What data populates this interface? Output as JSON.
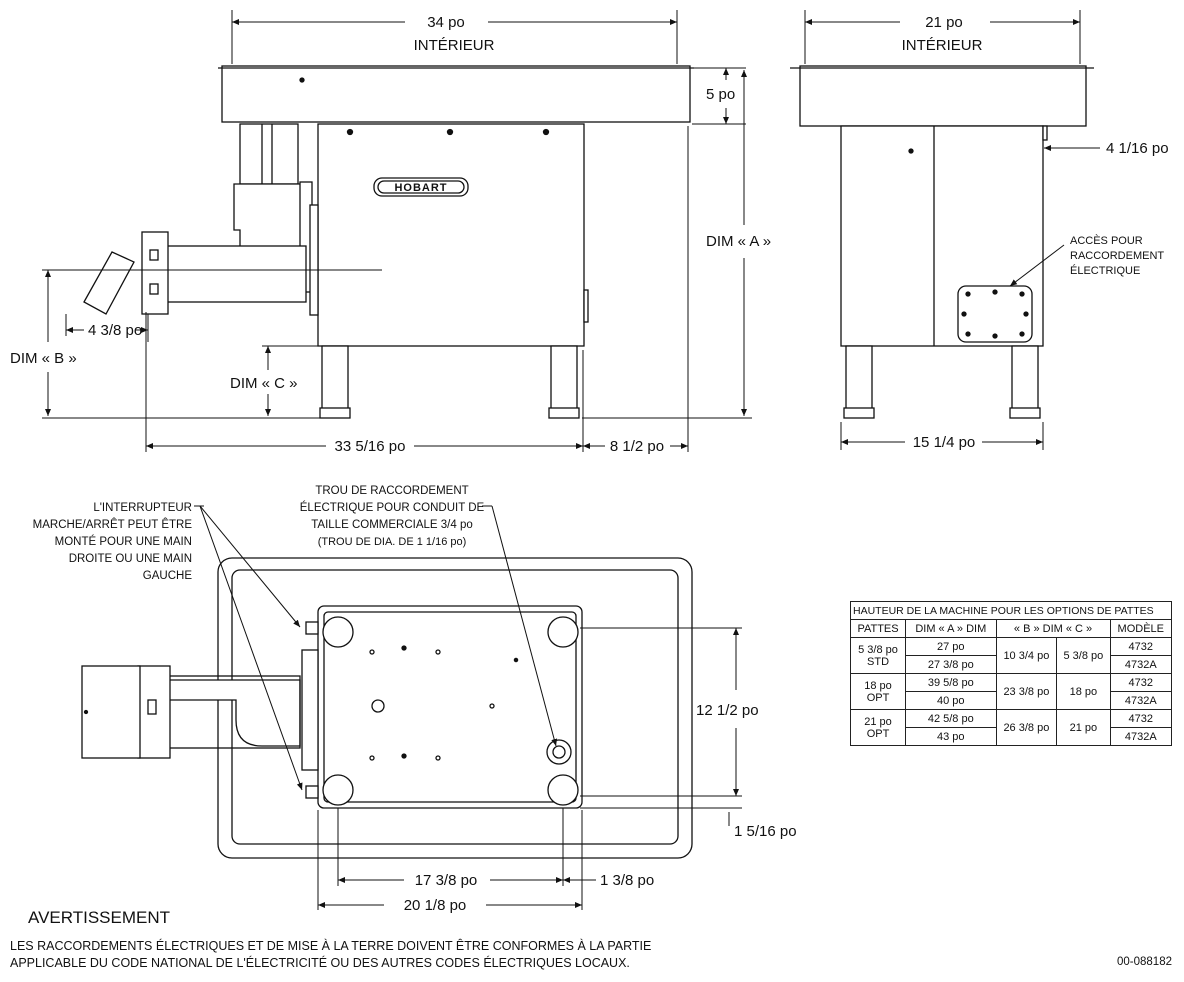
{
  "front_view": {
    "width_top": "34 po",
    "width_top_label": "INTÉRIEUR",
    "pan_depth": "5 po",
    "dim_a": "DIM « A »",
    "dim_b": "DIM « B »",
    "dim_c": "DIM « C »",
    "offset_head": "4 3/8 po",
    "base_length": "33 5/16 po",
    "base_rear": "8 1/2 po",
    "brand": "HOBART"
  },
  "side_view": {
    "width_top": "21 po",
    "width_top_label": "INTÉRIEUR",
    "rear_offset": "4 1/16 po",
    "access_line1": "ACCÈS POUR",
    "access_line2": "RACCORDEMENT",
    "access_line3": "ÉLECTRIQUE",
    "base_width": "15 1/4 po"
  },
  "top_view": {
    "switch_note": [
      "L'INTERRUPTEUR",
      "MARCHE/ARRÊT PEUT ÊTRE",
      "MONTÉ POUR UNE MAIN",
      "DROITE OU UNE MAIN",
      "GAUCHE"
    ],
    "conduit_note": [
      "TROU DE RACCORDEMENT",
      "ÉLECTRIQUE POUR CONDUIT DE",
      "TAILLE COMMERCIALE 3/4 po",
      "(TROU DE DIA. DE 1 1/16 po)"
    ],
    "depth_feet": "12 1/2 po",
    "front_offset": "1 5/16 po",
    "feet_span": "17 3/8 po",
    "feet_offset": "1 3/8 po",
    "base_width": "20 1/8 po"
  },
  "table": {
    "title": "HAUTEUR DE LA MACHINE POUR LES OPTIONS DE PATTES",
    "headers": [
      "PATTES",
      "DIM « A » DIM",
      "« B » DIM « C »",
      "",
      "MODÈLE"
    ],
    "groups": [
      {
        "legs": [
          "5 3/8 po",
          "STD"
        ],
        "dim_a": [
          "27 po",
          "27 3/8 po"
        ],
        "dim_b": "10 3/4 po",
        "dim_c": "5 3/8 po",
        "models": [
          "4732",
          "4732A"
        ]
      },
      {
        "legs": [
          "18 po",
          "OPT"
        ],
        "dim_a": [
          "39 5/8 po",
          "40 po"
        ],
        "dim_b": "23 3/8 po",
        "dim_c": "18 po",
        "models": [
          "4732",
          "4732A"
        ]
      },
      {
        "legs": [
          "21 po",
          "OPT"
        ],
        "dim_a": [
          "42 5/8 po",
          "43 po"
        ],
        "dim_b": "26 3/8 po",
        "dim_c": "21 po",
        "models": [
          "4732",
          "4732A"
        ]
      }
    ]
  },
  "warning": {
    "title": "AVERTISSEMENT",
    "line1": "LES RACCORDEMENTS ÉLECTRIQUES ET DE MISE À LA TERRE DOIVENT ÊTRE CONFORMES À LA PARTIE",
    "line2": "APPLICABLE DU CODE NATIONAL DE L'ÉLECTRICITÉ OU DES AUTRES CODES ÉLECTRIQUES LOCAUX."
  },
  "doc_number": "00-088182"
}
